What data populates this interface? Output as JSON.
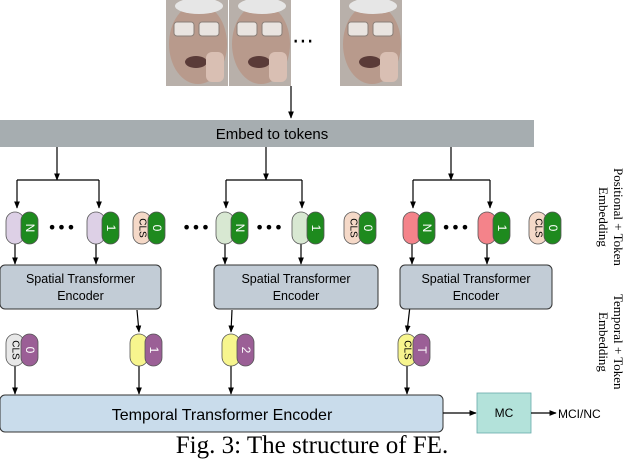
{
  "frames": {
    "ellipsis": "⋯",
    "count_visible": 3,
    "skin": "#b89a8c",
    "bg": "#b8b0aa",
    "glasses": "#e9e4e0",
    "hair": "#e6e6e6"
  },
  "embed": {
    "label": "Embed to tokens",
    "color": "#a6adb0"
  },
  "groups": [
    {
      "encoder_label_1": "Spatial Transformer",
      "encoder_label_2": "Encoder",
      "patch_color": "#ddd0e6",
      "tokens": [
        {
          "num": "N"
        },
        {
          "num": "1"
        }
      ],
      "cls": {
        "label": "CLS",
        "num": "0"
      }
    },
    {
      "encoder_label_1": "Spatial Transformer",
      "encoder_label_2": "Encoder",
      "patch_color": "#d8e8d2",
      "tokens": [
        {
          "num": "N"
        },
        {
          "num": "1"
        }
      ],
      "cls": {
        "label": "CLS",
        "num": "0"
      }
    },
    {
      "encoder_label_1": "Spatial Transformer",
      "encoder_label_2": "Encoder",
      "patch_color": "#f4838a",
      "tokens": [
        {
          "num": "N"
        },
        {
          "num": "1"
        }
      ],
      "cls": {
        "label": "CLS",
        "num": "0"
      }
    }
  ],
  "between_dots": "•••",
  "temporal_tokens": [
    {
      "label": "CLS",
      "num": "0",
      "left_color": "#e8e8e8"
    },
    {
      "label": "",
      "num": "1",
      "left_color": "#f7f58e"
    },
    {
      "label": "",
      "num": "2",
      "left_color": "#f7f58e"
    },
    {
      "label": "CLS",
      "num": "T",
      "left_color": "#f7f58e"
    }
  ],
  "temporal_encoder": {
    "label": "Temporal Transformer Encoder",
    "color": "#c9dceb"
  },
  "mc": {
    "label": "MC",
    "color": "#b3e2da"
  },
  "output": {
    "label": "MCI/NC"
  },
  "side_labels": {
    "positional": [
      "Positional + Token",
      "Embedding"
    ],
    "temporal": [
      "Temporal + Token",
      "Embedding"
    ]
  },
  "colors": {
    "token_green": "#1e8a1e",
    "token_purple": "#9b5f96",
    "cls_peach": "#f5d9c8",
    "encoder": "#c2ccd6",
    "arrow": "#000000"
  },
  "caption": "Fig. 3: The structure of FE."
}
